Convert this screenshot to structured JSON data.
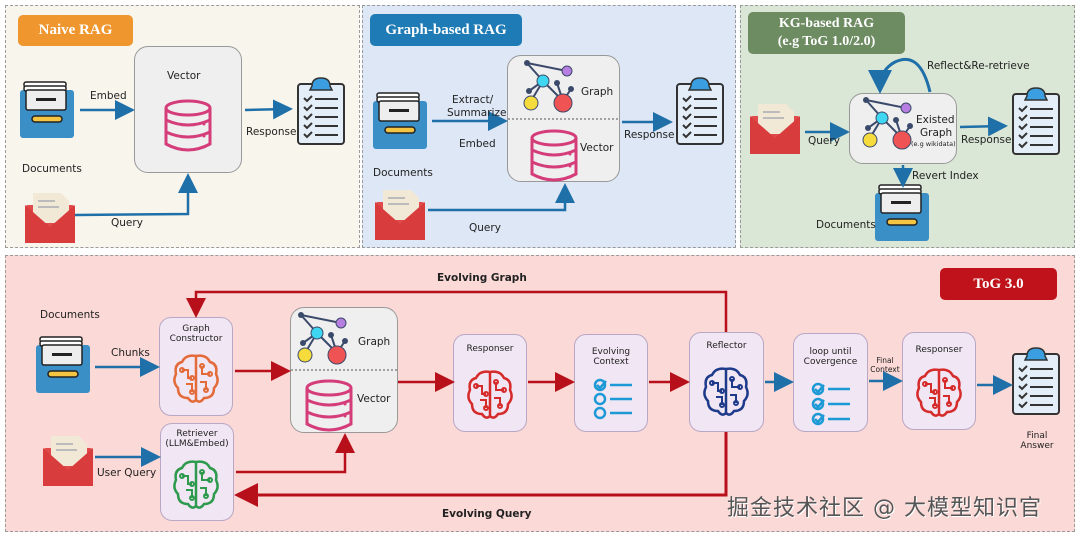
{
  "panels": {
    "naive": {
      "title": "Naive RAG",
      "color": "#f0962f",
      "labels": {
        "embed": "Embed",
        "documents": "Documents",
        "vector": "Vector",
        "response": "Response",
        "query": "Query"
      }
    },
    "graph": {
      "title": "Graph-based RAG",
      "color": "#1f7bb5",
      "labels": {
        "extract": "Extract/",
        "summarize": "Summarize",
        "embed": "Embed",
        "documents": "Documents",
        "graph": "Graph",
        "vector": "Vector",
        "response": "Response",
        "query": "Query"
      }
    },
    "kg": {
      "title_line1": "KG-based RAG",
      "title_line2": "(e.g ToG 1.0/2.0)",
      "color": "#6e8c62",
      "labels": {
        "reflect": "Reflect&Re-retrieve",
        "query": "Query",
        "existed": "Existed",
        "graph": "Graph",
        "wikidata": "(e.g wikidata)",
        "response": "Response",
        "revert_index": "Revert Index",
        "documents": "Documents"
      }
    },
    "tog": {
      "title": "ToG 3.0",
      "color": "#c0121a",
      "labels": {
        "evolving_graph": "Evolving Graph",
        "evolving_query": "Evolving Query",
        "documents": "Documents",
        "chunks": "Chunks",
        "user_query": "User Query",
        "graph_constructor_1": "Graph",
        "graph_constructor_2": "Constructor",
        "retriever_1": "Retriever",
        "retriever_2": "(LLM&Embed)",
        "graph": "Graph",
        "vector": "Vector",
        "responser": "Responser",
        "evolving_context_1": "Evolving",
        "evolving_context_2": "Context",
        "reflector": "Reflector",
        "loop_1": "loop until",
        "loop_2": "Covergence",
        "final_context_1": "Final",
        "final_context_2": "Context",
        "responser2": "Responser",
        "final_answer_1": "Final",
        "final_answer_2": "Answer"
      }
    }
  },
  "watermark": "掘金技术社区 @ 大模型知识官"
}
